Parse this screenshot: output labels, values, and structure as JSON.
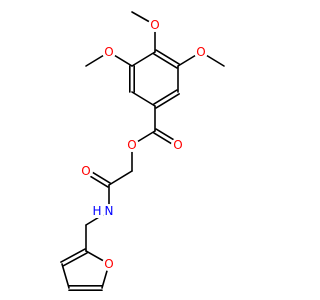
{
  "molecule": {
    "colors": {
      "bond": "#000000",
      "oxygen": "#ff0000",
      "nitrogen": "#0000ff",
      "background": "#ffffff"
    },
    "atom_labels": {
      "o_methoxy_top": "O",
      "o_methoxy_left": "O",
      "o_methoxy_right": "O",
      "o_carbonyl_ester": "O",
      "o_ester": "O",
      "o_carbonyl_amide": "O",
      "n_amide": "N",
      "h_amide": "H",
      "o_furan": "O"
    }
  }
}
